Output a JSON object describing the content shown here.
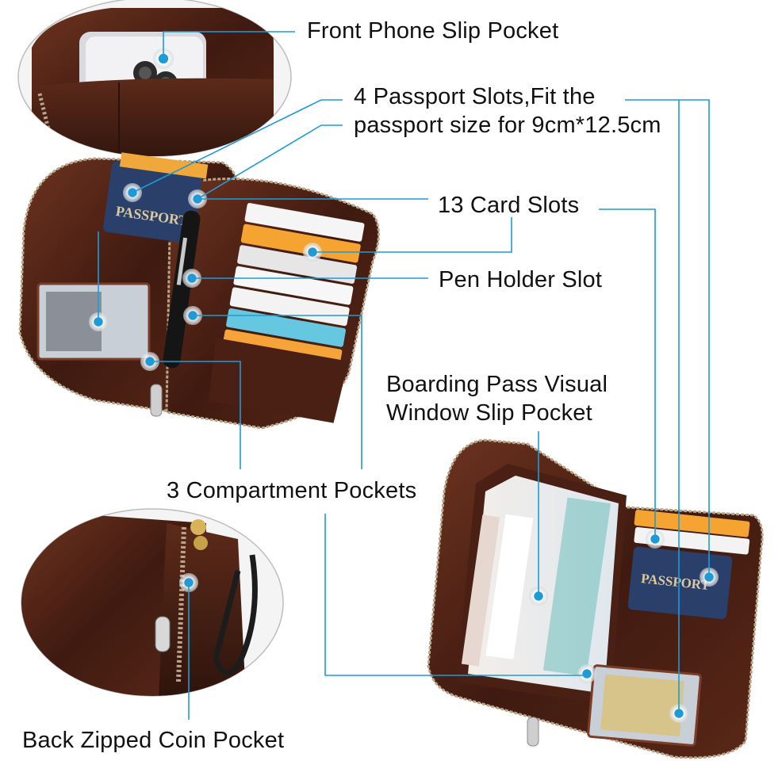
{
  "labels": {
    "front_phone": "Front Phone Slip Pocket",
    "passport_line1": "4 Passport Slots,Fit the",
    "passport_line2": "passport size for 9cm*12.5cm",
    "card_slots": "13 Card Slots",
    "pen_holder": "Pen Holder Slot",
    "boarding_line1": "Boarding Pass Visual",
    "boarding_line2": "Window Slip Pocket",
    "compartments": "3 Compartment Pockets",
    "coin_pocket": "Back Zipped Coin Pocket"
  },
  "product_text": {
    "passport_cover": "PASSPORT"
  },
  "colors": {
    "leader_line": "#1e9bd7",
    "marker": "#1e9bd7",
    "leather_dark": "#3a1a12",
    "leather_mid": "#5a2a1c",
    "leather_light": "#7a3e28",
    "zipper": "#b8a58a",
    "passport_blue": "#2a3f6a",
    "text": "#111111"
  }
}
